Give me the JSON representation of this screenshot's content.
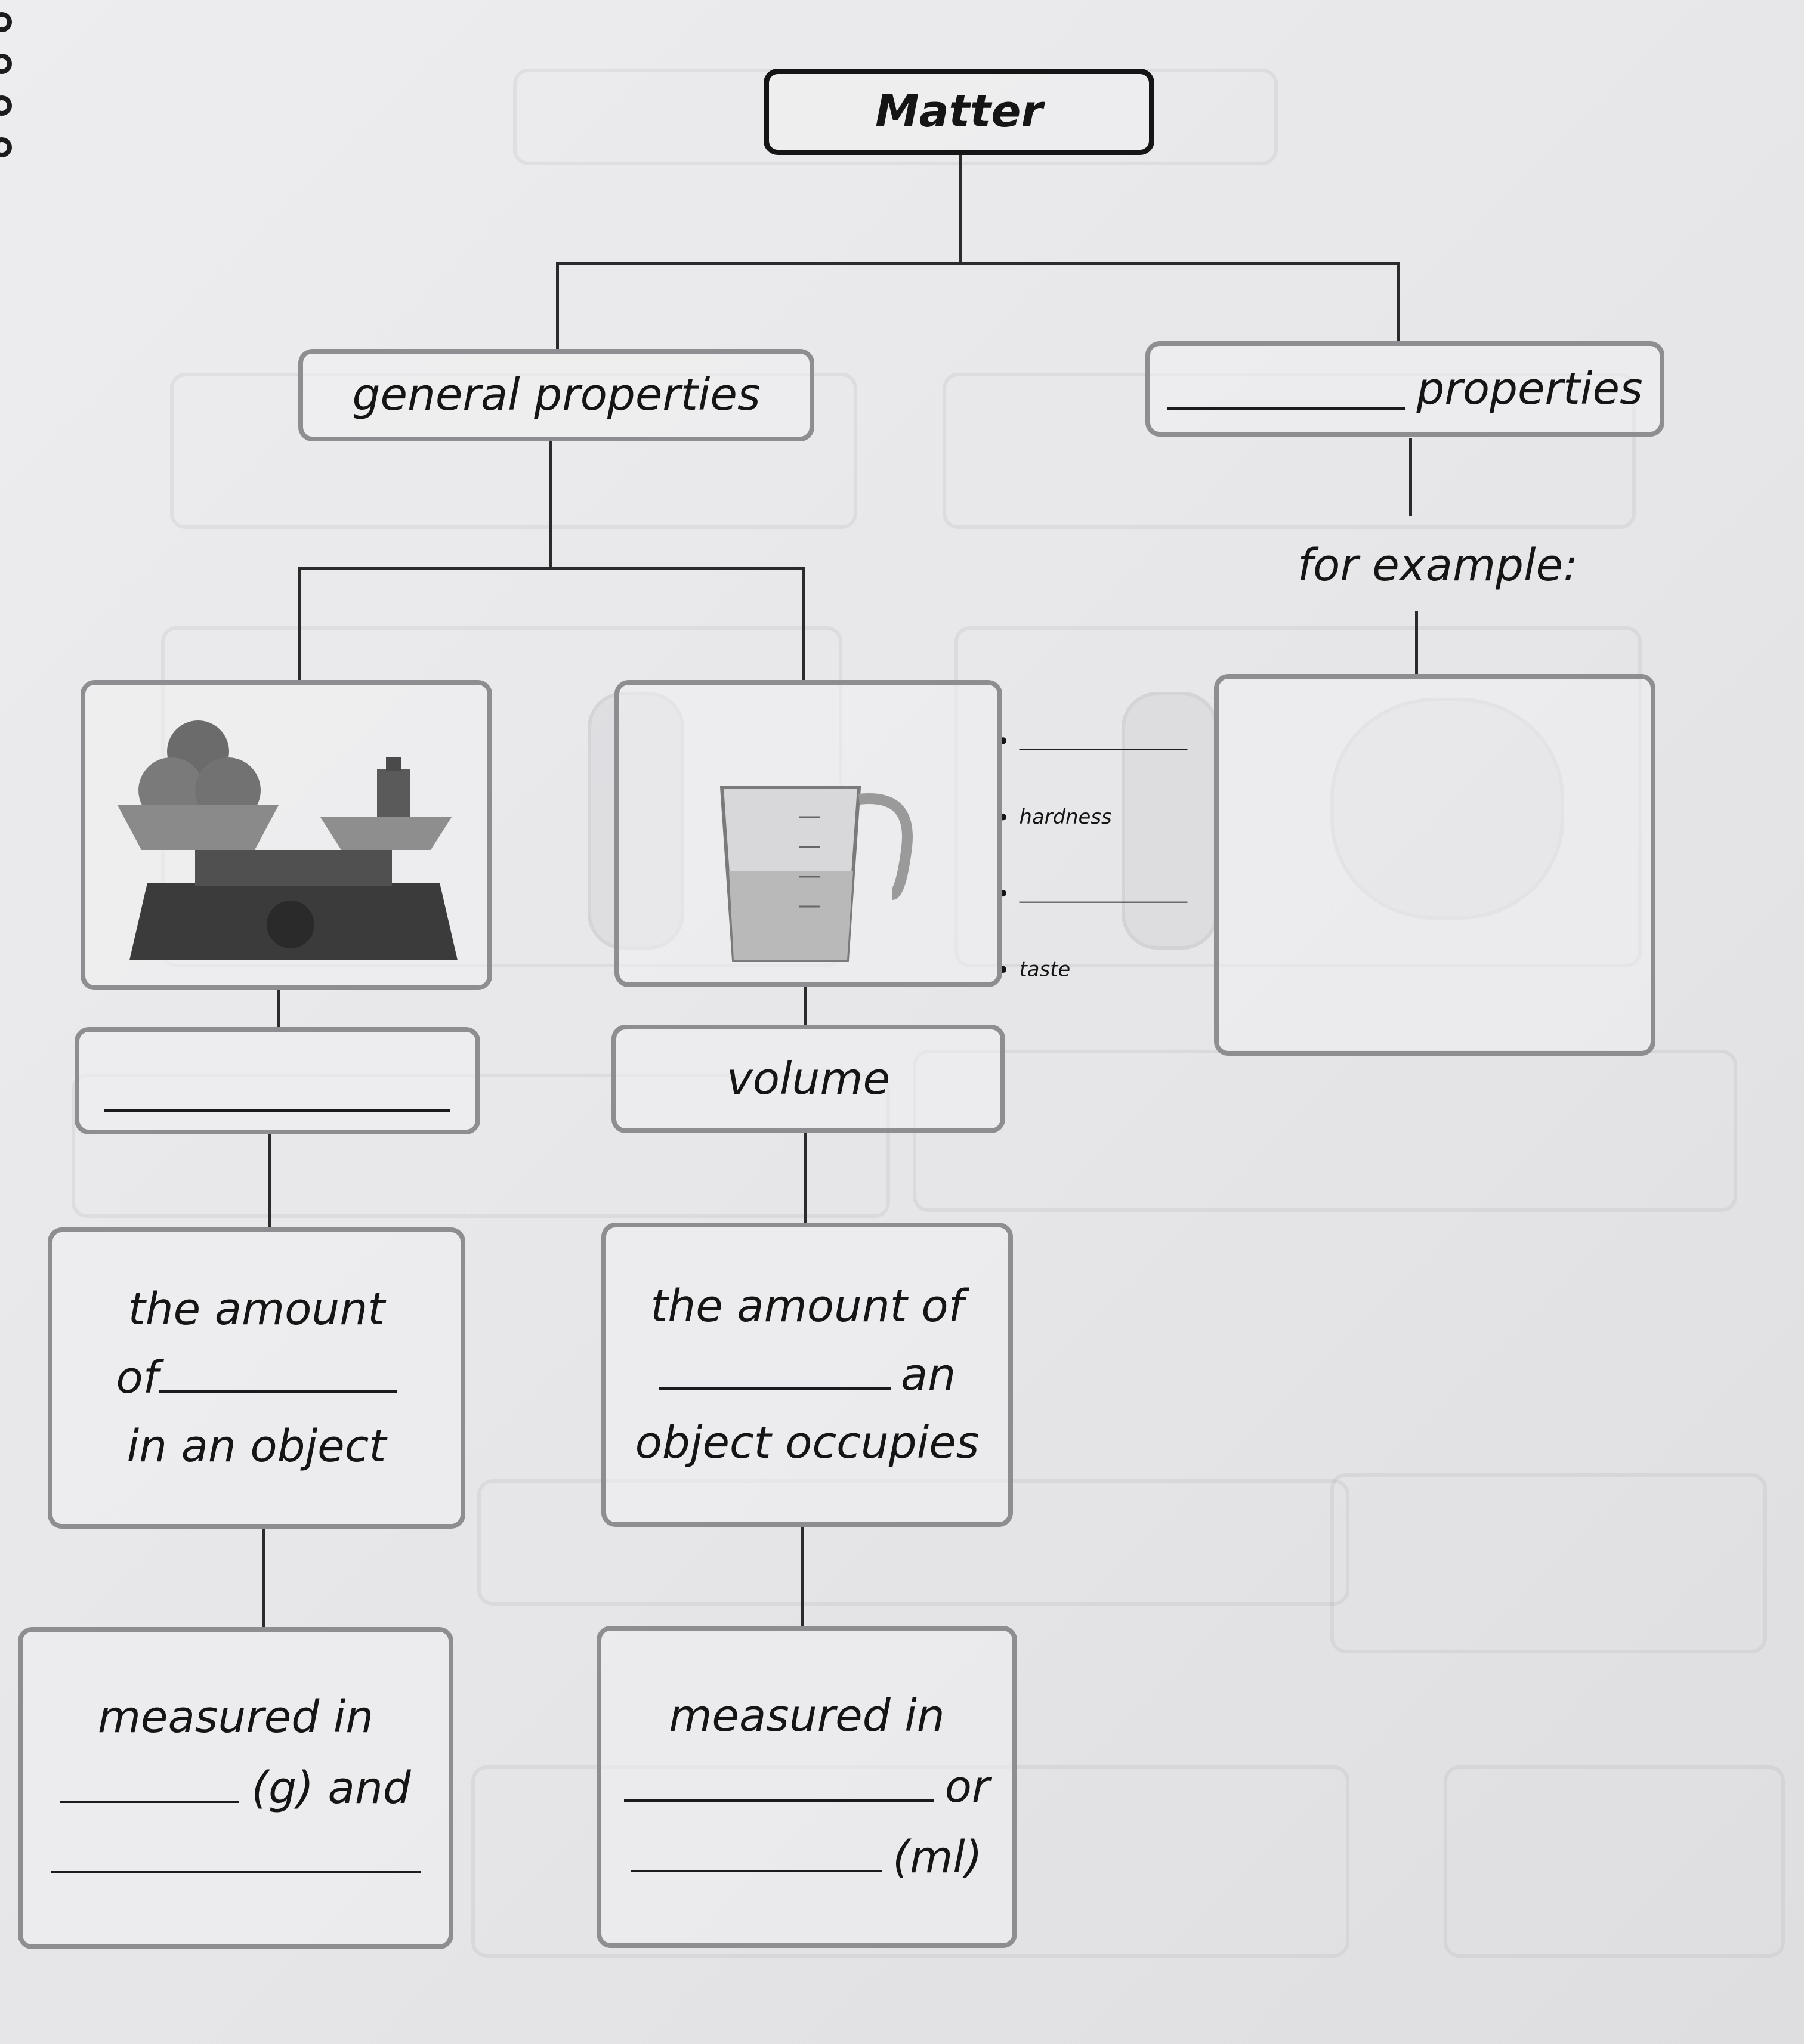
{
  "diagram": {
    "root": "Matter",
    "general": {
      "title": "general properties",
      "mass": {
        "blank_top": "",
        "definition_line1": "the amount",
        "definition_line2": "of",
        "definition_line3": "in an object",
        "measured_line1": "measured in",
        "measured_line2": "(g) and"
      },
      "volume": {
        "title": "volume",
        "definition_line1": "the amount of",
        "definition_line2": "an",
        "definition_line3": "object occupies",
        "measured_line1": "measured in",
        "measured_line2": "or",
        "measured_line3": "(ml)"
      }
    },
    "specific": {
      "title": "properties",
      "for_example": "for example:",
      "examples": [
        "",
        "hardness",
        "",
        "taste"
      ]
    },
    "icons": {
      "mass_image": "balance-scale-with-oranges-icon",
      "volume_image": "measuring-jug-icon"
    }
  }
}
